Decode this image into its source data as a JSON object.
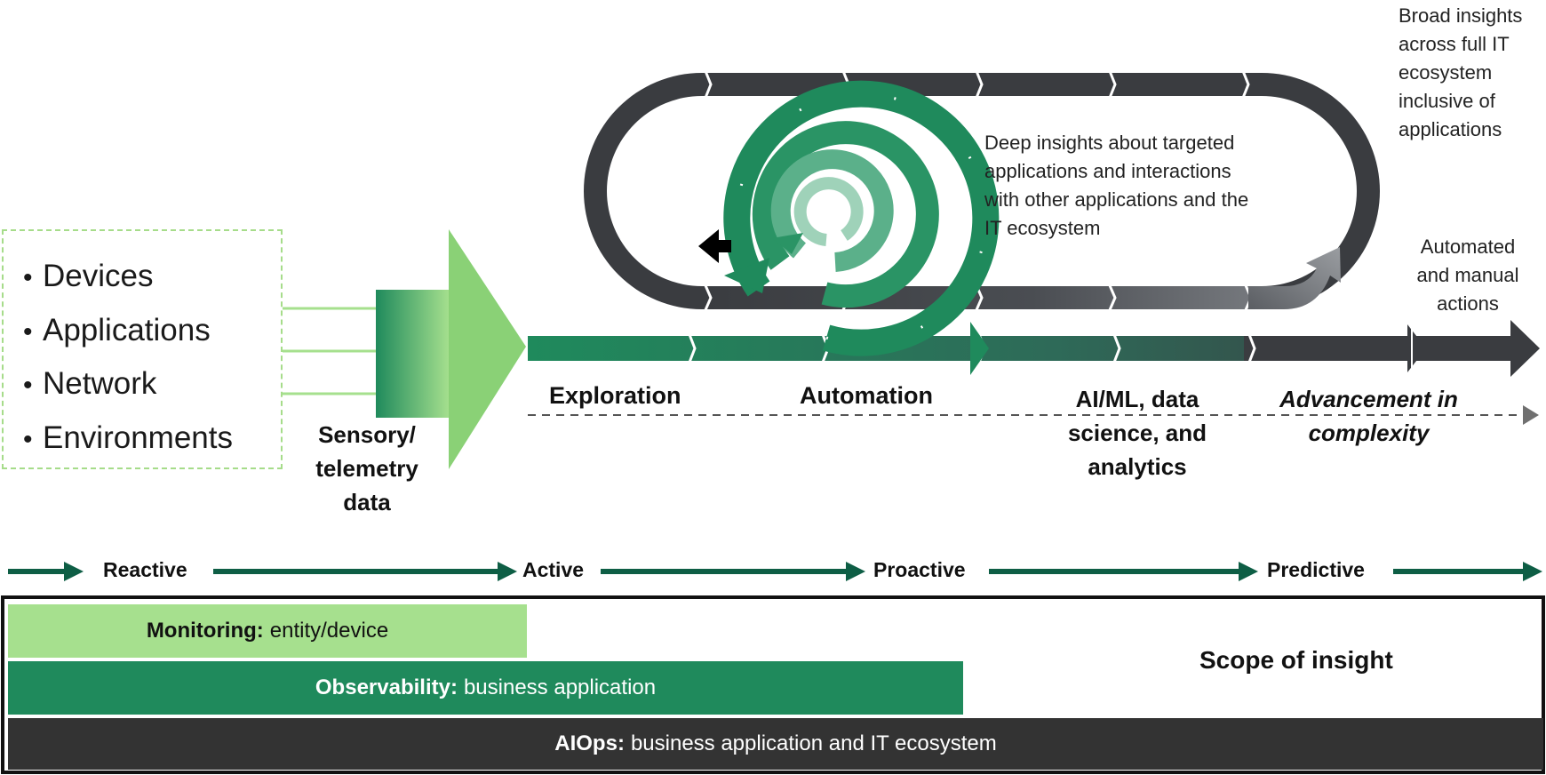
{
  "sources": {
    "items": [
      "Devices",
      "Applications",
      "Network",
      "Environments"
    ],
    "bullet": "•"
  },
  "sensory_label": "Sensory/ telemetry data",
  "stages": {
    "exploration": "Exploration",
    "automation": "Automation",
    "aiml": "AI/ML, data science, and analytics",
    "advancement": "Advancement in complexity"
  },
  "notes": {
    "deep": "Deep insights about targeted applications and interactions with other applications and the IT ecosystem",
    "broad": "Broad insights across full IT ecosystem inclusive of applications",
    "actions": "Automated and manual actions"
  },
  "phases": [
    "Reactive",
    "Active",
    "Proactive",
    "Predictive"
  ],
  "scope": {
    "label": "Scope of insight",
    "bars": [
      {
        "key": "Monitoring:",
        "text": "entity/device"
      },
      {
        "key": "Observability:",
        "text": "business application"
      },
      {
        "key": "AIOps:",
        "text": "business application and IT ecosystem"
      }
    ]
  },
  "colors": {
    "light_green": "#a6e08e",
    "mid_green": "#1f8a5c",
    "dark_green": "#0e5e45",
    "charcoal": "#3a3c40",
    "dark_bar": "#333333"
  }
}
